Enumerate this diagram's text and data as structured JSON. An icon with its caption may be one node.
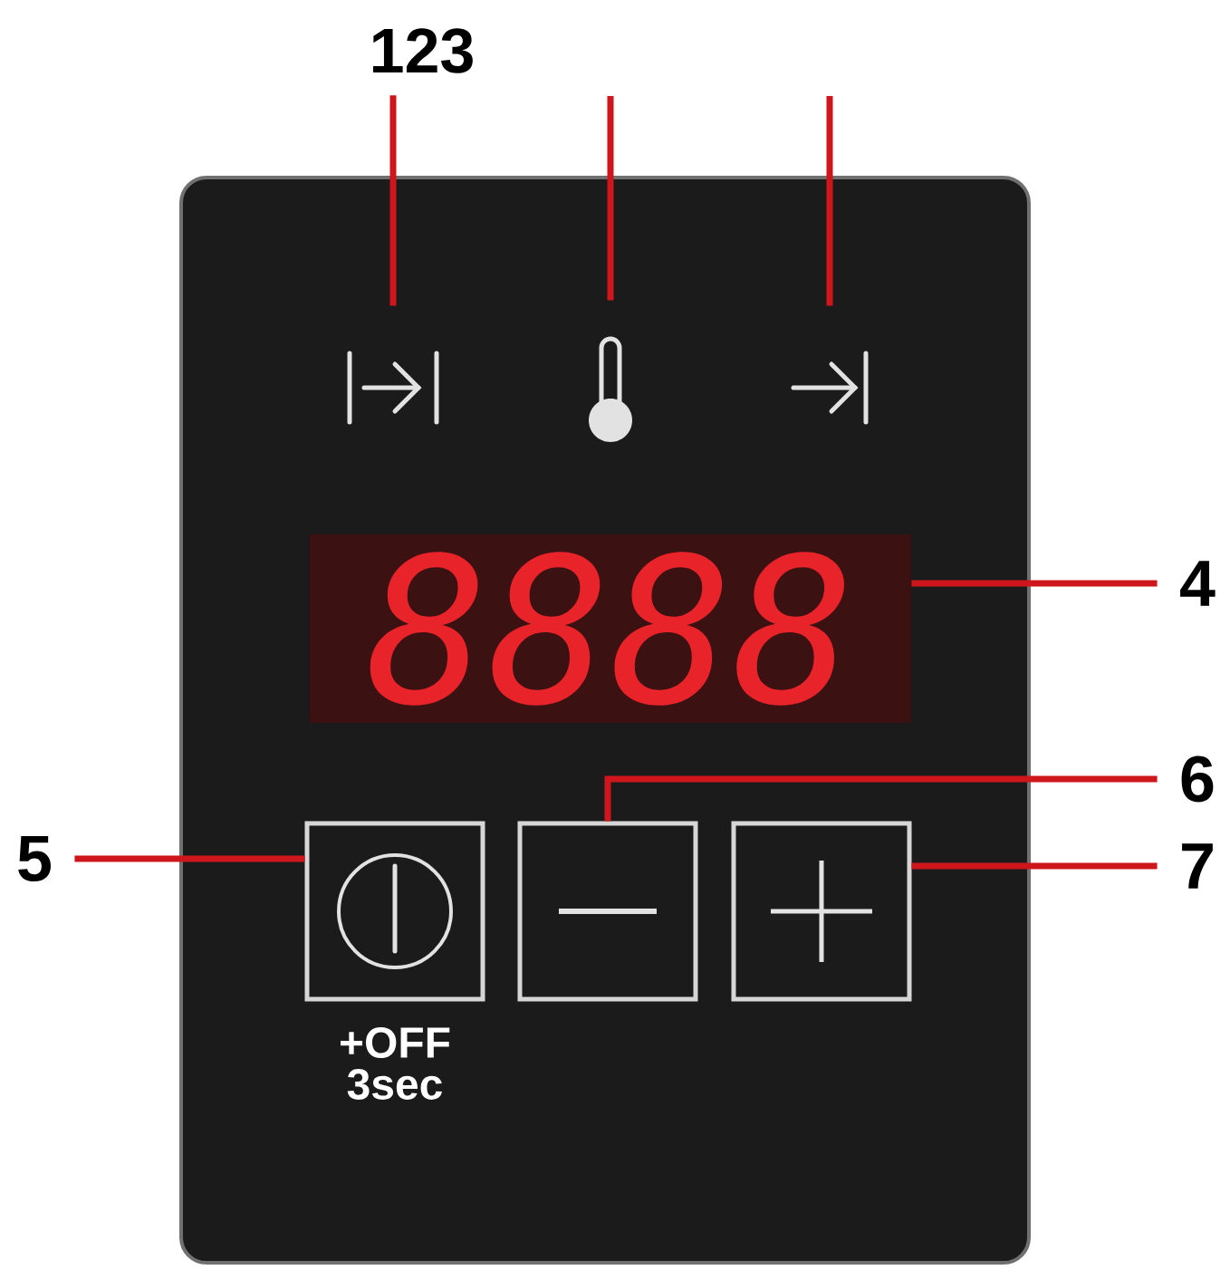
{
  "diagram": {
    "nodes": [
      {
        "text": [
          "123"
        ]
      },
      {
        "text": [],
        "shape": "box"
      },
      {
        "text": [],
        "shape": "picture",
        "in": 1
      },
      {
        "text": [],
        "shape": "picture",
        "in": 1
      },
      {
        "text": [],
        "shape": "picture",
        "in": 1
      },
      {
        "text": [
          "8888"
        ],
        "in": 1
      },
      {
        "text": [
          "4"
        ]
      },
      {
        "text": [
          "5"
        ]
      },
      {
        "text": [],
        "shape": "box",
        "in": 1,
        "beside": [
          "+OFF 3sec"
        ]
      },
      {
        "text": [],
        "shape": "box",
        "in": 1
      },
      {
        "text": [],
        "shape": "box",
        "in": 1
      },
      {
        "text": [
          "6"
        ]
      },
      {
        "text": [
          "7"
        ]
      }
    ],
    "edges": [
      {
        "from": 0,
        "to": 2,
        "arrow": "none"
      },
      {
        "from": null,
        "to": 3,
        "arrow": "none"
      },
      {
        "from": null,
        "to": 4,
        "arrow": "none"
      },
      {
        "from": 6,
        "to": 5,
        "arrow": "none"
      },
      {
        "from": 7,
        "to": 8,
        "arrow": "none"
      },
      {
        "from": 11,
        "to": 9,
        "arrow": "none"
      },
      {
        "from": 12,
        "to": 10,
        "arrow": "none"
      }
    ]
  }
}
